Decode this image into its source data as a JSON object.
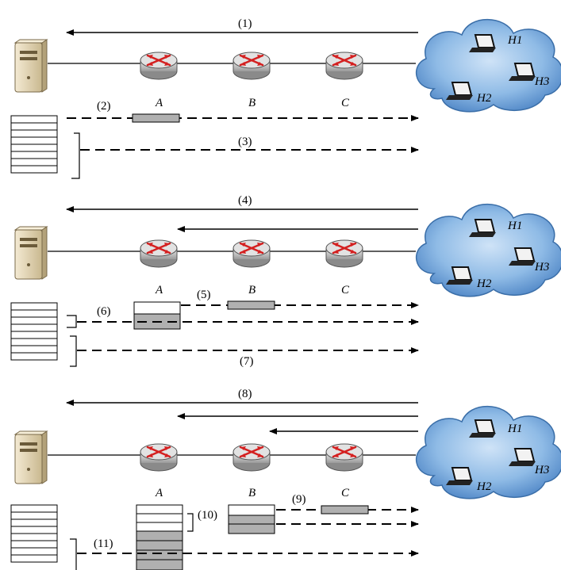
{
  "router_labels": [
    "A",
    "B",
    "C"
  ],
  "host_labels": [
    "H1",
    "H2",
    "H3"
  ],
  "step_labels": [
    "(1)",
    "(2)",
    "(3)",
    "(4)",
    "(5)",
    "(6)",
    "(7)",
    "(8)",
    "(9)",
    "(10)",
    "(11)"
  ],
  "colors": {
    "packet_gray": "#b0b0b0",
    "router_arrow": "#d42020",
    "cloud": "#6aa0d8",
    "server": "#e8d9b5"
  }
}
